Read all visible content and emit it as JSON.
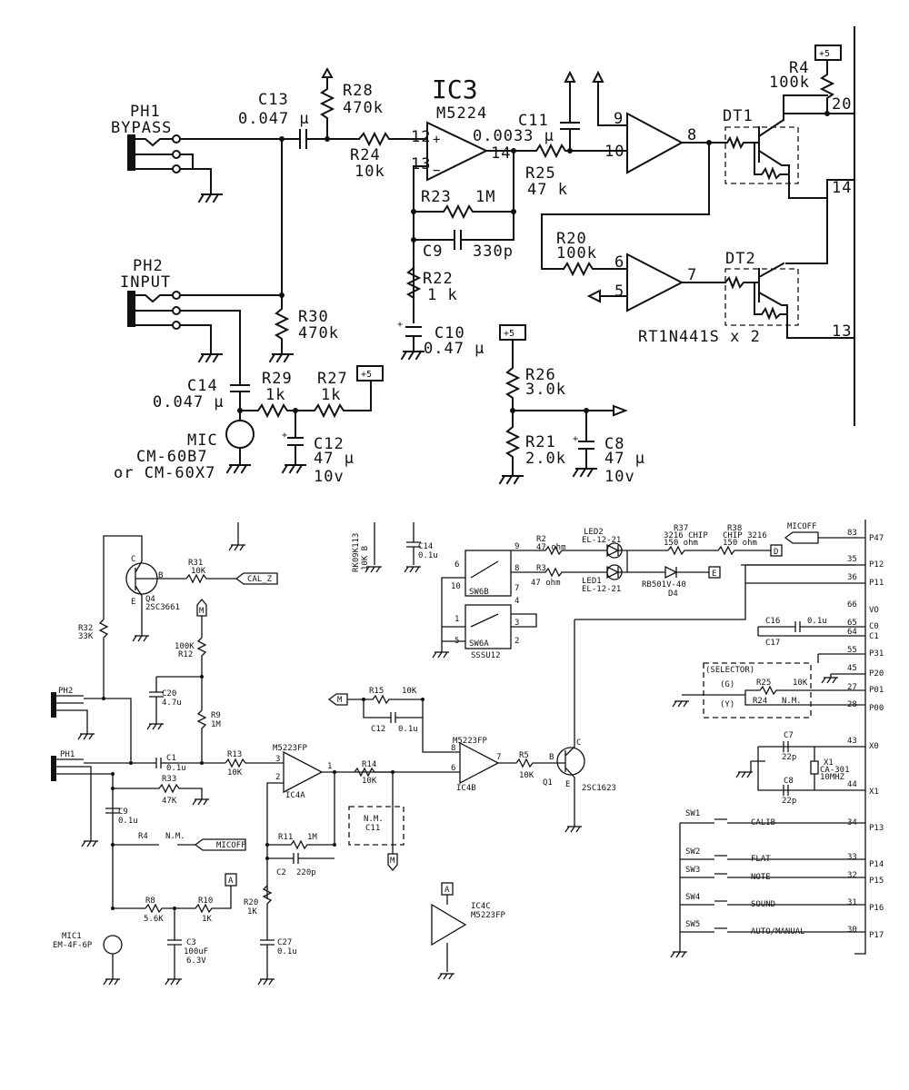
{
  "top": {
    "ic3_title": "IC3",
    "ic3_part": "M5224",
    "ph1_name": "PH1",
    "ph1_func": "BYPASS",
    "ph2_name": "PH2",
    "ph2_func": "INPUT",
    "c13_name": "C13",
    "c13_val": "0.047 μ",
    "r28_name": "R28",
    "r28_val": "470k",
    "r24_name": "R24",
    "r24_val": "10k",
    "pin12": "12",
    "pin13": "13",
    "pin14": "14",
    "c11_name": "C11",
    "c11_val": "0.0033 μ",
    "r25_name": "R25",
    "r25_val": "47 k",
    "r23_name": "R23",
    "r23_val": "1M",
    "c9_name": "C9",
    "c9_val": "330p",
    "r22_name": "R22",
    "r22_val": "1 k",
    "c10_name": "C10",
    "c10_val": "0.47 μ",
    "r30_name": "R30",
    "r30_val": "470k",
    "c14_name": "C14",
    "c14_val": "0.047 μ",
    "r29_name": "R29",
    "r29_val": "1k",
    "r27_name": "R27",
    "r27_val": "1k",
    "plus5": "+5",
    "mic_name": "MIC",
    "mic_part1": "CM-60B7",
    "mic_part2": "or CM-60X7",
    "c12_name": "C12",
    "c12_val": "47 μ",
    "c12_v": "10v",
    "r26_name": "R26",
    "r26_val": "3.0k",
    "r21_name": "R21",
    "r21_val": "2.0k",
    "c8_name": "C8",
    "c8_val": "47 μ",
    "c8_v": "10v",
    "pin9": "9",
    "pin10": "10",
    "pin8": "8",
    "pin6": "6",
    "pin5": "5",
    "pin7": "7",
    "r20_name": "R20",
    "r20_val": "100k",
    "dt1": "DT1",
    "dt2": "DT2",
    "r4_name": "R4",
    "r4_val": "100k",
    "pin20": "20",
    "pin14b": "14",
    "pin13b": "13",
    "dt_part": "RT1N441S x 2"
  },
  "bottom": {
    "q4": "Q4",
    "q4_part": "2SC3661",
    "c": "C",
    "b": "B",
    "e": "E",
    "r31_name": "R31",
    "r31_val": "10K",
    "cal_z": "CAL_Z",
    "r32_name": "R32",
    "r32_val": "33K",
    "m_tag": "M",
    "r12_name": "R12",
    "r12_val": "100K",
    "c20_name": "C20",
    "c20_val": "4.7u",
    "r9_name": "R9",
    "r9_val": "1M",
    "ph2": "PH2",
    "ph1": "PH1",
    "c1_name": "C1",
    "c1_val": "0.1u",
    "r13_name": "R13",
    "r13_val": "10K",
    "r33_name": "R33",
    "r33_val": "47K",
    "c9_name": "C9",
    "c9_val": "0.1u",
    "r4_name": "R4",
    "r4_val": "N.M.",
    "micoff": "MICOFF",
    "r8_name": "R8",
    "r8_val": "5.6K",
    "r10_name": "R10",
    "r10_val": "1K",
    "a_tag": "A",
    "mic1_name": "MIC1",
    "mic1_part": "EM-4F-6P",
    "c3_name": "C3",
    "c3_val": "100uF",
    "c3_v": "6.3V",
    "ic4a_part": "M5223FP",
    "ic4a": "IC4A",
    "r11_name": "R11",
    "r11_val": "1M",
    "c2_name": "C2",
    "c2_val": "220p",
    "r20_name": "R20",
    "r20_val": "1K",
    "c27_name": "C27",
    "c27_val": "0.1u",
    "r15_name": "R15",
    "r15_val": "10K",
    "c12_name": "C12",
    "c12_val": "0.1u",
    "r14_name": "R14",
    "r14_val": "10K",
    "nm": "N.M.",
    "c11": "C11",
    "ic4b_part": "M5223FP",
    "ic4b": "IC4B",
    "r5_name": "R5",
    "r5_val": "10K",
    "q1": "Q1",
    "q1_part": "2SC1623",
    "ic4c": "IC4C",
    "ic4c_part": "M5223FP",
    "rk_label": "RK09K113",
    "rk_val": "10K B",
    "c14_name": "C14",
    "c14_val": "0.1u",
    "sw6b": "SW6B",
    "sw6a": "SW6A",
    "sw_part": "SSSU12",
    "r2_name": "R2",
    "r2_val": "47 ohm",
    "r3_name": "R3",
    "r3_val": "47 ohm",
    "led2_name": "LED2",
    "led2_part": "EL-12-21",
    "led1_name": "LED1",
    "led1_part": "EL-12-21",
    "r37_name": "R37",
    "r37_val": "3216 CHIP",
    "r37_ohm": "150 ohm",
    "r38_name": "R38",
    "r38_val": "CHIP 3216",
    "r38_ohm": "150 ohm",
    "d4_part": "RB501V-40",
    "d4": "D4",
    "e_tag": "E",
    "d_tag": "D",
    "micoff2": "MICOFF",
    "selector": "(SELECTOR)",
    "g": "(G)",
    "y": "(Y)",
    "r25_name": "R25",
    "r25_val": "10K",
    "r24_name": "R24",
    "r24_val": "N.M.",
    "c16": "C16",
    "c16_val": "0.1u",
    "c17": "C17",
    "c7": "C7",
    "c7_val": "22p",
    "c8": "C8",
    "c8_val": "22p",
    "x1": "X1",
    "x1_part": "CA-301",
    "x1_freq": "10MHZ",
    "sw1": "SW1",
    "sw2": "SW2",
    "sw3": "SW3",
    "sw4": "SW4",
    "sw5": "SW5",
    "calib": "CALIB",
    "flat": "FLAT",
    "note": "NOTE",
    "sound": "SOUND",
    "auto": "AUTO/MANUAL",
    "pins": [
      "83",
      "35",
      "36",
      "66",
      "65",
      "64",
      "55",
      "45",
      "27",
      "28",
      "43",
      "44",
      "34",
      "33",
      "32",
      "31",
      "30"
    ],
    "ports": [
      "P47",
      "P12",
      "P11",
      "VO",
      "C0",
      "C1",
      "P31",
      "P20",
      "P01",
      "P00",
      "X0",
      "X1",
      "P13",
      "P14",
      "P15",
      "P16",
      "P17"
    ],
    "sw_pins": [
      "9",
      "8",
      "7",
      "10",
      "6",
      "4",
      "3",
      "2",
      "1",
      "5"
    ]
  }
}
